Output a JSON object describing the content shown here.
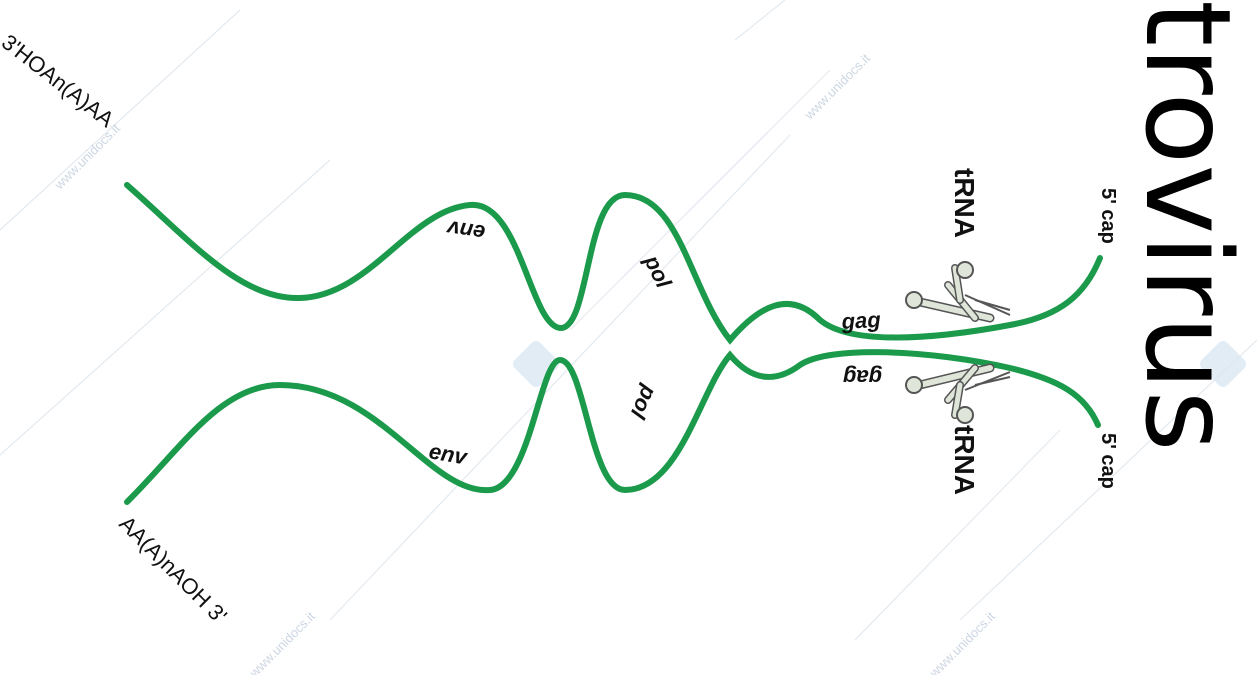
{
  "diagram": {
    "title": "trovirus",
    "strand_color": "#1a9a4a",
    "trna_fill": "#dfe6d9",
    "trna_stroke": "#555555",
    "watermark_color": "#d0dae6",
    "watermark_text": "www.unidocs.it",
    "top_strand": {
      "end_3prime_label": "3'HOAn(A)AA",
      "end_5prime_label": "5' cap",
      "genes": {
        "env": "env",
        "pol": "pol",
        "gag": "gag"
      },
      "trna_label": "tRNA"
    },
    "bottom_strand": {
      "end_3prime_label": "AA(A)nAOH 3'",
      "end_5prime_label": "5' cap",
      "genes": {
        "env": "env",
        "pol": "pol",
        "gag": "gag"
      },
      "trna_label": "tRNA"
    }
  }
}
